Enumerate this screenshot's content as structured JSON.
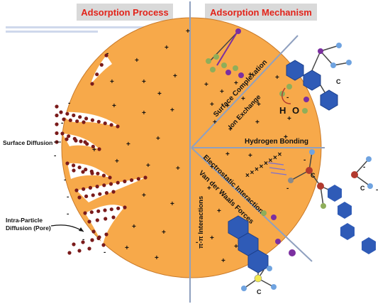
{
  "headers": {
    "left": "Adsorption Process",
    "right": "Adsorption Mechanism"
  },
  "process_labels": {
    "surface_diffusion": "Surface Diffusion",
    "intra_particle_line1": "Intra-Particle",
    "intra_particle_line2": "Diffusion (Pore)"
  },
  "mechanisms": {
    "surface_complexation": "Surface Complexation",
    "ion_exchange": "Ion Exchange",
    "hydrogen_bonding": "Hydrogen Bonding",
    "electrostatic": "Electrostatic Interactions",
    "van_der_waals": "Van der Waals Forces",
    "pi_pi": "π-π Interactions"
  },
  "glyphs": {
    "plus": "+",
    "minus": "-",
    "x": "×",
    "hydrogen": "H",
    "oxygen": "O",
    "carbon": "C"
  },
  "colors": {
    "sphere": "#f7a94a",
    "sphere_stroke": "#c97a2a",
    "header_bg": "#d9d9d9",
    "header_text": "#e2231a",
    "divider": "#8fa0bf",
    "pore_dot": "#7a1a1a",
    "ring_blue": "#2f5bb7",
    "node_purple": "#7b2fa0",
    "node_green": "#8fae5a",
    "node_gray": "#8a8a8a",
    "node_red": "#b23a2e",
    "node_yellow": "#f2e94e",
    "node_lightblue": "#6fa3e0"
  }
}
